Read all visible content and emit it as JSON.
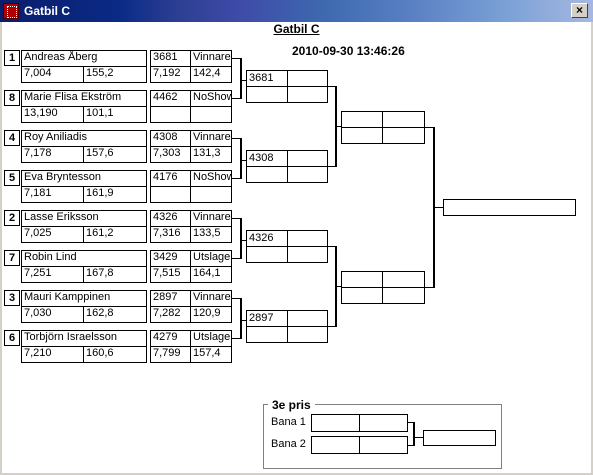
{
  "window": {
    "title": "Gatbil C",
    "close_glyph": "×"
  },
  "heading": "Gatbil C",
  "datetime": "2010-09-30 13:46:26",
  "drivers": [
    {
      "seed": "1",
      "name": "Andreas Åberg",
      "rt": "7,004",
      "speed": "155,2",
      "num": "3681",
      "result": "Vinnare",
      "et": "7,192",
      "etspeed": "142,4"
    },
    {
      "seed": "8",
      "name": "Marie Flisa Ekström",
      "rt": "13,190",
      "speed": "101,1",
      "num": "4462",
      "result": "NoShow",
      "et": "",
      "etspeed": ""
    },
    {
      "seed": "4",
      "name": "Roy Aniliadis",
      "rt": "7,178",
      "speed": "157,6",
      "num": "4308",
      "result": "Vinnare",
      "et": "7,303",
      "etspeed": "131,3"
    },
    {
      "seed": "5",
      "name": "Eva Bryntesson",
      "rt": "7,181",
      "speed": "161,9",
      "num": "4176",
      "result": "NoShow",
      "et": "",
      "etspeed": ""
    },
    {
      "seed": "2",
      "name": "Lasse Eriksson",
      "rt": "7,025",
      "speed": "161,2",
      "num": "4326",
      "result": "Vinnare",
      "et": "7,316",
      "etspeed": "133,5"
    },
    {
      "seed": "7",
      "name": "Robin Lind",
      "rt": "7,251",
      "speed": "167,8",
      "num": "3429",
      "result": "Utslagen",
      "et": "7,515",
      "etspeed": "164,1"
    },
    {
      "seed": "3",
      "name": "Mauri Kamppinen",
      "rt": "7,030",
      "speed": "162,8",
      "num": "2897",
      "result": "Vinnare",
      "et": "7,282",
      "etspeed": "120,9"
    },
    {
      "seed": "6",
      "name": "Torbjörn Israelsson",
      "rt": "7,210",
      "speed": "160,6",
      "num": "4279",
      "result": "Utslagen",
      "et": "7,799",
      "etspeed": "157,4"
    }
  ],
  "round2": [
    "3681",
    "4308",
    "4326",
    "2897"
  ],
  "bronze": {
    "legend": "3e pris",
    "lane1": "Bana 1",
    "lane2": "Bana 2"
  }
}
